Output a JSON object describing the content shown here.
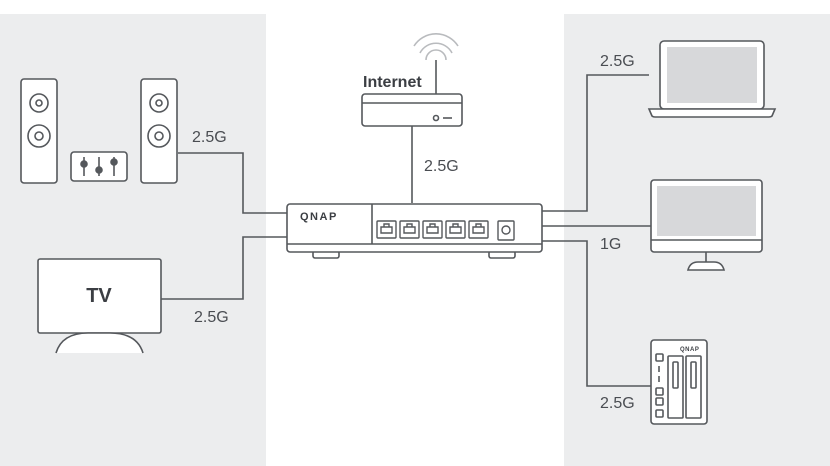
{
  "colors": {
    "panel_bg": "#ecedee",
    "stroke": "#55585c",
    "screen_fill": "#d7d8da",
    "device_fill": "#ffffff"
  },
  "internet": {
    "label": "Internet",
    "link_speed": "2.5G",
    "icon": "wifi-router-icon"
  },
  "switch": {
    "brand": "QNAP",
    "icon": "network-switch-icon"
  },
  "left": {
    "audio_link_speed": "2.5G",
    "tv_label": "TV",
    "tv_link_speed": "2.5G"
  },
  "right": {
    "laptop_link_speed": "2.5G",
    "monitor_link_speed": "1G",
    "nas_link_speed": "2.5G",
    "nas_brand": "QNAP"
  }
}
